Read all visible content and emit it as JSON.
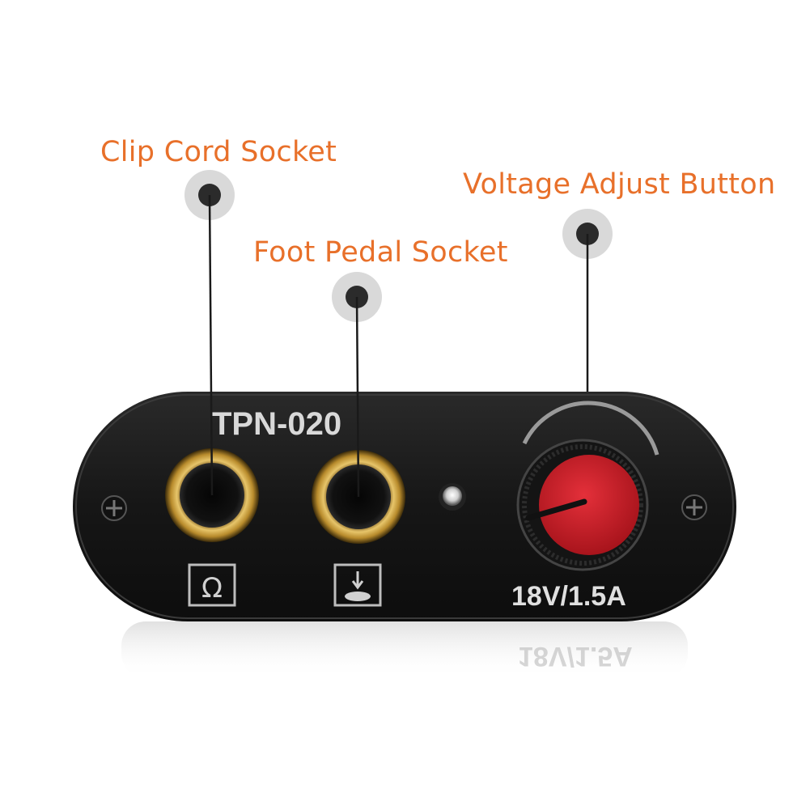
{
  "callouts": {
    "clip_cord": "Clip Cord Socket",
    "foot_pedal": "Foot Pedal Socket",
    "voltage_adjust": "Voltage Adjust Button"
  },
  "device": {
    "model": "TPN-020",
    "rating": "18V/1.5A",
    "reflection_text": "18V/1.5A"
  },
  "icons": {
    "clip_cord_socket": "omega-icon",
    "foot_pedal_socket": "foot-pedal-icon",
    "screw": "phillips-screw-icon",
    "led": "led-indicator",
    "knob": "rotary-knob"
  },
  "colors": {
    "callout_text": "#e8702a",
    "panel": "#1a1a1a",
    "socket_ring": "#c9a24a",
    "knob_cap": "#d2202a",
    "marker_halo": "#d9d9d9",
    "marker_dot": "#2b2b2b"
  }
}
